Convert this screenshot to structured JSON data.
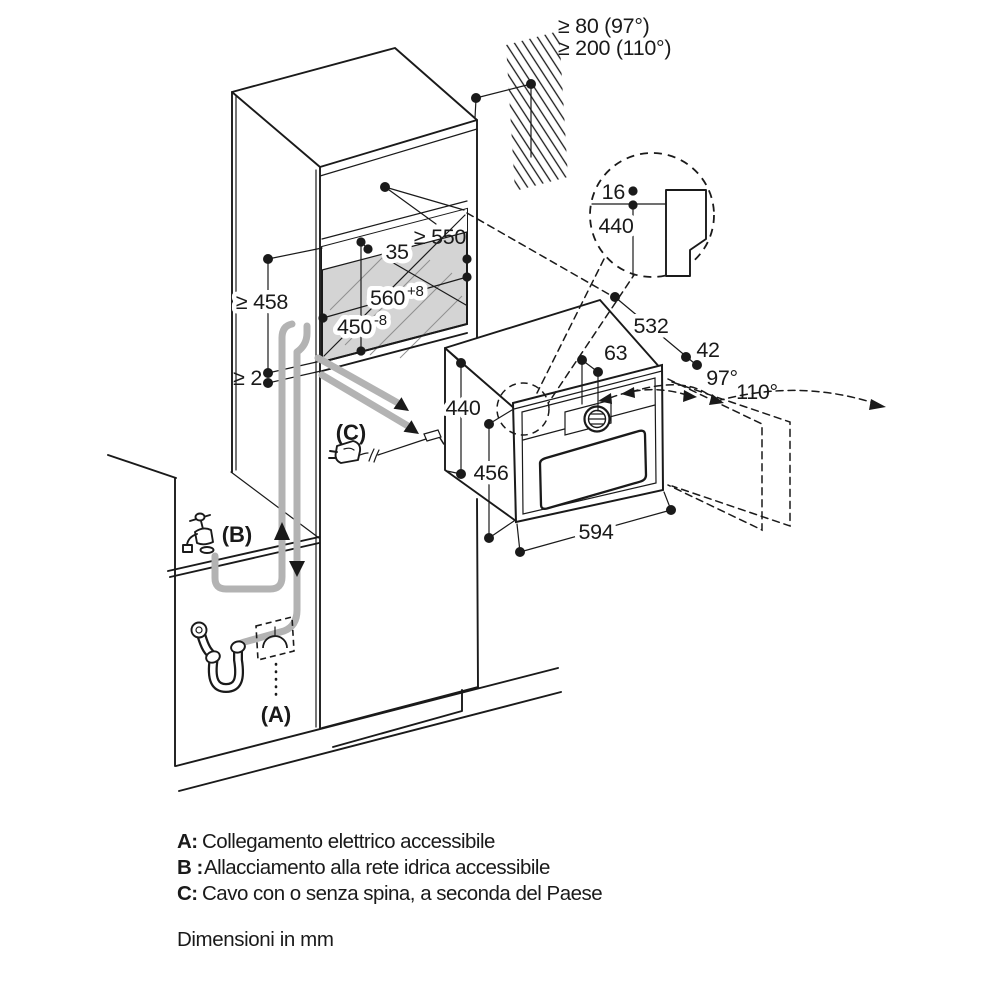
{
  "clearance": {
    "line1": "≥ 80 (97°)",
    "line2": "≥ 200 (110°)"
  },
  "detail": {
    "thickness": "16",
    "height": "440"
  },
  "niche": {
    "depth": "≥ 550",
    "recess": "35",
    "width": "560",
    "width_tol": "+8",
    "height": "450",
    "height_tol": "-8",
    "inner_height": "≥ 458",
    "gap": "≥ 2"
  },
  "oven": {
    "body_height": "440",
    "front_height": "456",
    "width": "594",
    "knob_offset": "63",
    "depth": "532",
    "overhang": "42",
    "angle_small": "97°",
    "angle_large": "110°"
  },
  "callouts": {
    "a": "(A)",
    "b": "(B)",
    "c": "(C)"
  },
  "legend": {
    "rows": [
      {
        "key": "A:",
        "text": "Collegamento elettrico accessibile"
      },
      {
        "key": "B :",
        "text": "Allacciamento alla rete idrica accessibile"
      },
      {
        "key": "C:",
        "text": "Cavo con o senza spina, a seconda del Paese"
      }
    ]
  },
  "footer": "Dimensioni in mm",
  "colors": {
    "line": "#1a1a1a",
    "niche_fill": "#d4d4d4",
    "hose": "#b3b3b3"
  }
}
